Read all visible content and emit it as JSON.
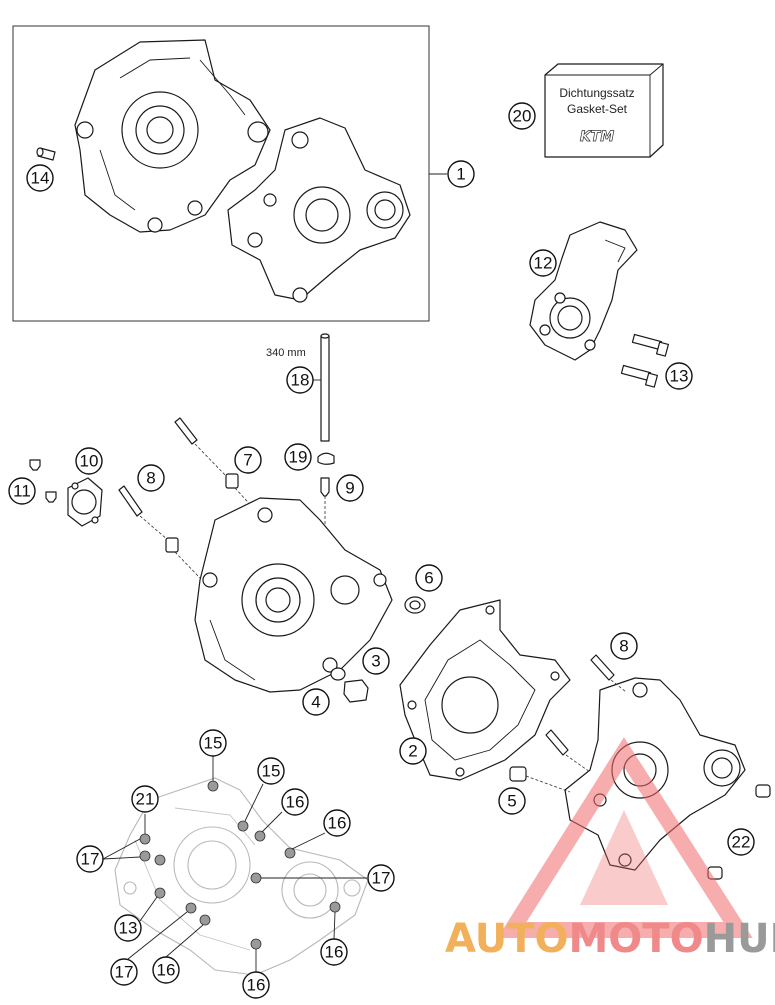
{
  "callouts": {
    "c1": "1",
    "c2": "2",
    "c3": "3",
    "c4": "4",
    "c5": "5",
    "c6": "6",
    "c7": "7",
    "c8a": "8",
    "c8b": "8",
    "c9": "9",
    "c10": "10",
    "c11": "11",
    "c12": "12",
    "c13a": "13",
    "c13b": "13",
    "c14": "14",
    "c15a": "15",
    "c15b": "15",
    "c16a": "16",
    "c16b": "16",
    "c16c": "16",
    "c16d": "16",
    "c16e": "16",
    "c17a": "17",
    "c17b": "17",
    "c17c": "17",
    "c18": "18",
    "c19": "19",
    "c20": "20",
    "c21": "21",
    "c22": "22"
  },
  "gasket_box": {
    "line1": "Dichtungssatz",
    "line2": "Gasket-Set",
    "brand": "KTM"
  },
  "rod_length": "340 mm",
  "watermark": {
    "part1": "AUTO",
    "part2": "MOTO",
    "part3": "HUB",
    "color_a": "#f2b05a",
    "color_b": "#f08a8a",
    "color_c": "#9a9a9a"
  }
}
